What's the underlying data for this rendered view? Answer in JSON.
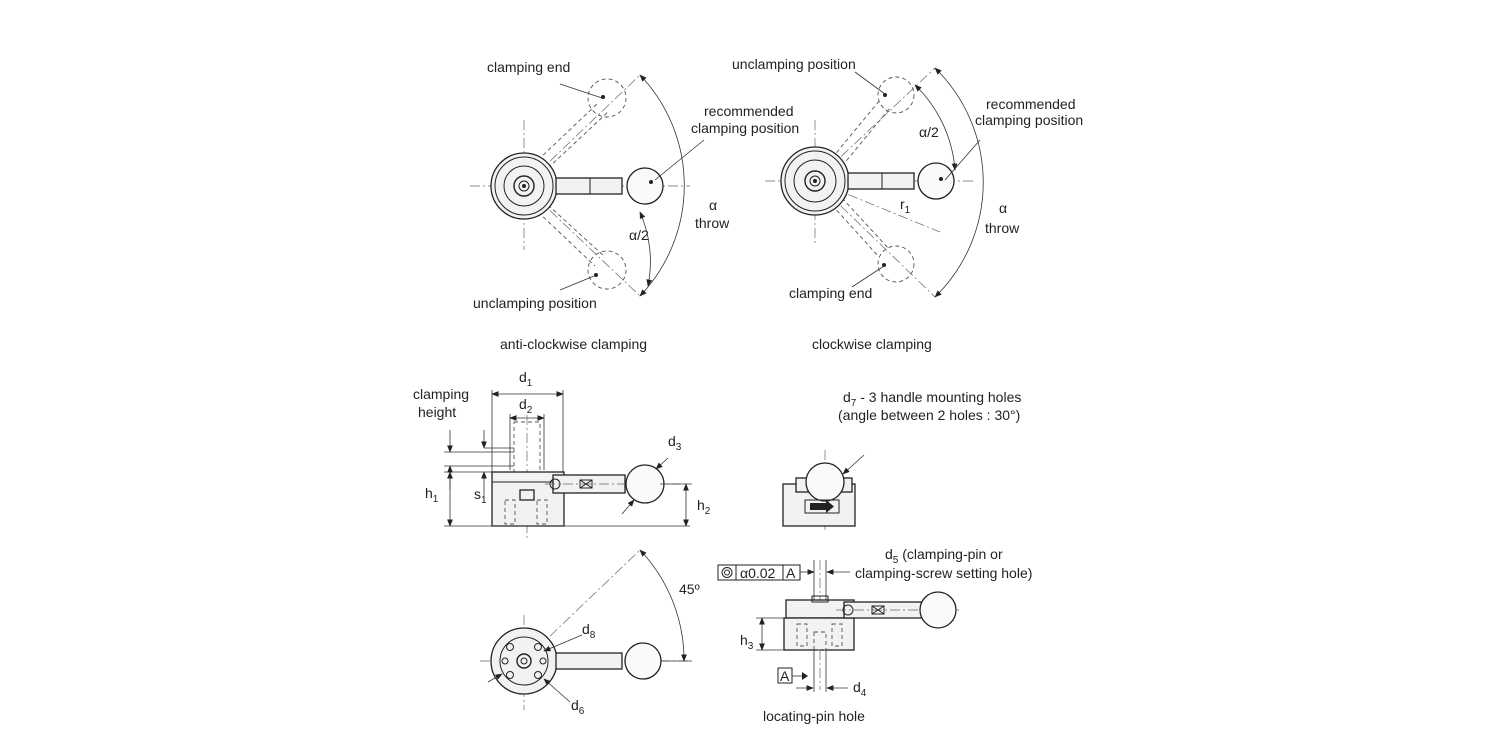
{
  "views": {
    "anticlockwise": {
      "caption": "anti-clockwise clamping",
      "clamping_end": "clamping end",
      "recommended_line1": "recommended",
      "recommended_line2": "clamping position",
      "half_angle": "α/2",
      "alpha": "α",
      "throw": "throw",
      "unclamping": "unclamping position"
    },
    "clockwise": {
      "caption": "clockwise clamping",
      "unclamping": "unclamping position",
      "recommended_line1": "recommended",
      "recommended_line2": "clamping position",
      "half_angle": "α/2",
      "r_main": "r",
      "r_sub": "1",
      "alpha": "α",
      "throw": "throw",
      "clamping_end": "clamping end"
    },
    "side": {
      "clamping_height_line1": "clamping",
      "clamping_height_line2": "height",
      "d1_main": "d",
      "d1_sub": "1",
      "d2_main": "d",
      "d2_sub": "2",
      "d3_main": "d",
      "d3_sub": "3",
      "h1_main": "h",
      "h1_sub": "1",
      "s1_main": "s",
      "s1_sub": "1",
      "h2_main": "h",
      "h2_sub": "2"
    },
    "front": {
      "d7_main": "d",
      "d7_sub": "7",
      "d7_text": " - 3 handle mounting holes",
      "d7_angle": "(angle between 2 holes : 30°)"
    },
    "bottom": {
      "angle": "45º",
      "d8_main": "d",
      "d8_sub": "8",
      "d6_main": "d",
      "d6_sub": "6"
    },
    "section": {
      "d5_main": "d",
      "d5_sub": "5",
      "d5_text_line1": " (clamping-pin or",
      "d5_text_line2": "clamping-screw setting hole)",
      "tolerance_value": "α0.02",
      "datum": "A",
      "datum_bottom": "A",
      "h3_main": "h",
      "h3_sub": "3",
      "d4_main": "d",
      "d4_sub": "4",
      "locating": "locating-pin hole"
    }
  }
}
